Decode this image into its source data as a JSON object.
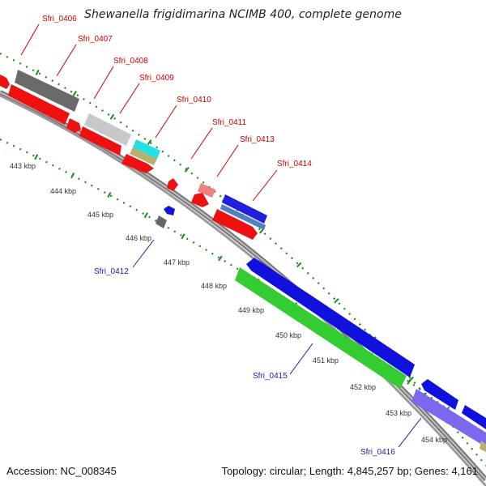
{
  "header": {
    "title": "Shewanella frigidimarina NCIMB 400, complete genome"
  },
  "footer": {
    "accession": "Accession: NC_008345",
    "summary": "Topology: circular; Length: 4,845,257 bp; Genes: 4,161"
  },
  "scale_labels": [
    "443 kbp",
    "444 kbp",
    "445 kbp",
    "446 kbp",
    "447 kbp",
    "448 kbp",
    "449 kbp",
    "450 kbp",
    "451 kbp",
    "452 kbp",
    "453 kbp",
    "454 kbp"
  ],
  "gene_labels": {
    "forward_strand": [
      "Sfri_0406",
      "Sfri_0407",
      "Sfri_0408",
      "Sfri_0409",
      "Sfri_0410",
      "Sfri_0411",
      "Sfri_0413",
      "Sfri_0414"
    ],
    "reverse_strand": [
      "Sfri_0412",
      "Sfri_0415",
      "Sfri_0416"
    ]
  },
  "colors": {
    "backbone": "#8c8c8c",
    "dotted_ring": "#1a8c1a",
    "red_gene": "#ee1111",
    "blue_gene": "#1111dd",
    "green_gene": "#33cc33",
    "gray_gene": "#666666",
    "lightgray_gene": "#c8c8c8",
    "cyan_gene": "#22e0e8",
    "khaki_gene": "#b8b070",
    "pink_gene": "#f08080",
    "steelblue_gene": "#5080c0",
    "slateblue_gene": "#7b68ee",
    "forward_label": "#cc0000",
    "reverse_label": "#1a1aa8"
  }
}
